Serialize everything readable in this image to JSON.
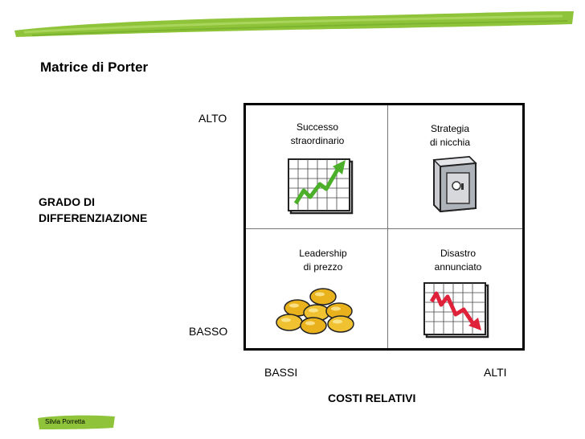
{
  "title": "Matrice di Porter",
  "y_axis": {
    "title_line1": "GRADO DI",
    "title_line2": "DIFFERENZIAZIONE",
    "high": "ALTO",
    "low": "BASSO"
  },
  "x_axis": {
    "title": "COSTI RELATIVI",
    "low": "BASSI",
    "high": "ALTI"
  },
  "quadrants": {
    "top_left": {
      "line1": "Successo",
      "line2": "straordinario",
      "icon": "rising-chart-icon"
    },
    "top_right": {
      "line1": "Strategia",
      "line2": "di nicchia",
      "icon": "safe-icon"
    },
    "bottom_left": {
      "line1": "Leadership",
      "line2": "di prezzo",
      "icon": "gold-coins-icon"
    },
    "bottom_right": {
      "line1": "Disastro",
      "line2": "annunciato",
      "icon": "falling-chart-icon"
    }
  },
  "footer": {
    "author": "Silvia Porretta"
  },
  "colors": {
    "brush_green": "#8fc43a",
    "arrow_green": "#4caf2a",
    "arrow_red": "#e0213a",
    "coin_gold": "#e9b21d"
  }
}
